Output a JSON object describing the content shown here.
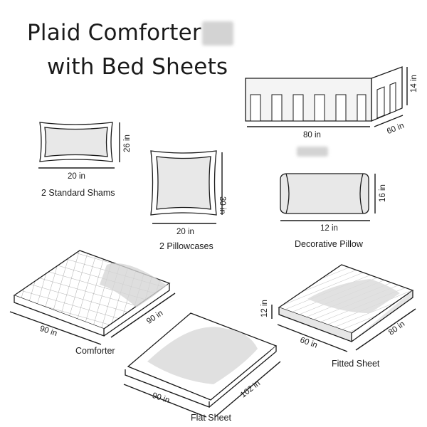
{
  "title": {
    "line1": "Plaid Comforter",
    "line2": "with Bed Sheets"
  },
  "bed_skirt": {
    "width_label": "80 in",
    "depth_label": "60 in",
    "drop_label": "14 in"
  },
  "standard_shams": {
    "width_label": "20 in",
    "height_label": "26 in",
    "caption": "2 Standard Shams"
  },
  "pillowcases": {
    "width_label": "20 in",
    "height_label": "30 in",
    "caption": "2 Pillowcases"
  },
  "decorative_pillow": {
    "width_label": "12 in",
    "height_label": "16 in",
    "caption": "Decorative Pillow"
  },
  "comforter": {
    "width_label": "90 in",
    "length_label": "90 in",
    "caption": "Comforter"
  },
  "flat_sheet": {
    "width_label": "90 in",
    "length_label": "102 in",
    "caption": "Flat Sheet"
  },
  "fitted_sheet": {
    "width_label": "60 in",
    "length_label": "80 in",
    "depth_label": "12 in",
    "caption": "Fitted Sheet"
  },
  "colors": {
    "ink": "#1a1a1a",
    "fill": "#e6e6e6",
    "panel": "#f4f4f4"
  }
}
